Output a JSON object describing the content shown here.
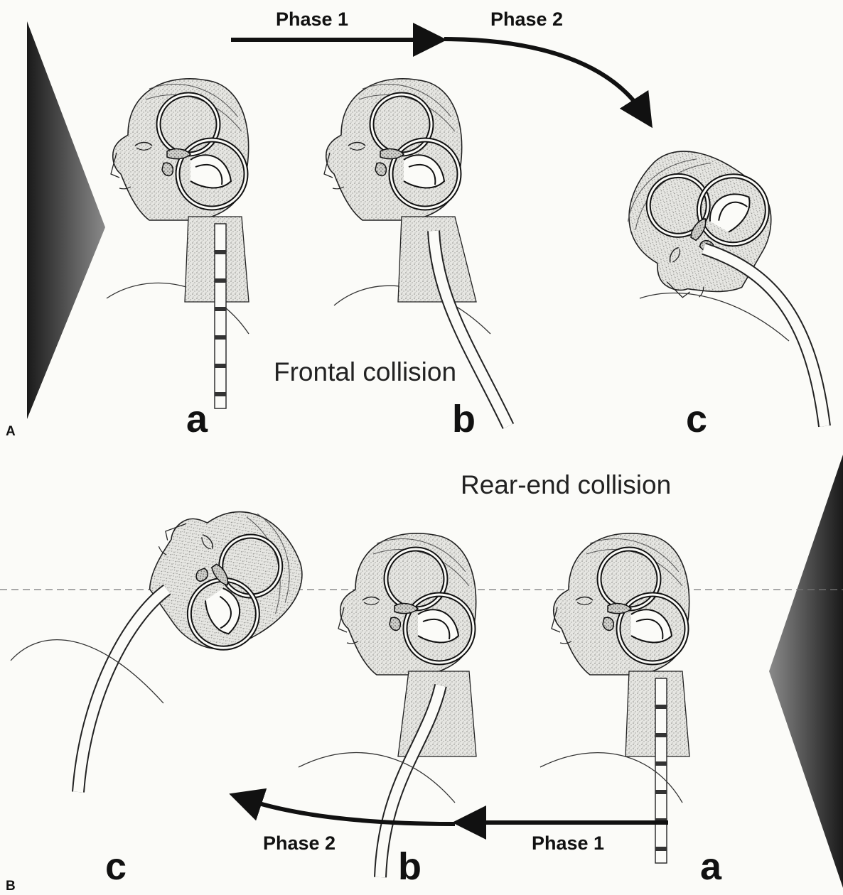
{
  "figure": {
    "panel_a": {
      "letter": "A",
      "title": "Frontal collision",
      "phase1_label": "Phase 1",
      "phase2_label": "Phase 2",
      "stages": [
        "a",
        "b",
        "c"
      ]
    },
    "panel_b": {
      "letter": "B",
      "title": "Rear-end collision",
      "phase1_label": "Phase 1",
      "phase2_label": "Phase 2",
      "stages": [
        "c",
        "b",
        "a"
      ]
    }
  },
  "colors": {
    "ink": "#111111",
    "skin_stipple": "#b8b8b4",
    "wedge": "#3a3a3a",
    "background": "#fbfbf8"
  }
}
